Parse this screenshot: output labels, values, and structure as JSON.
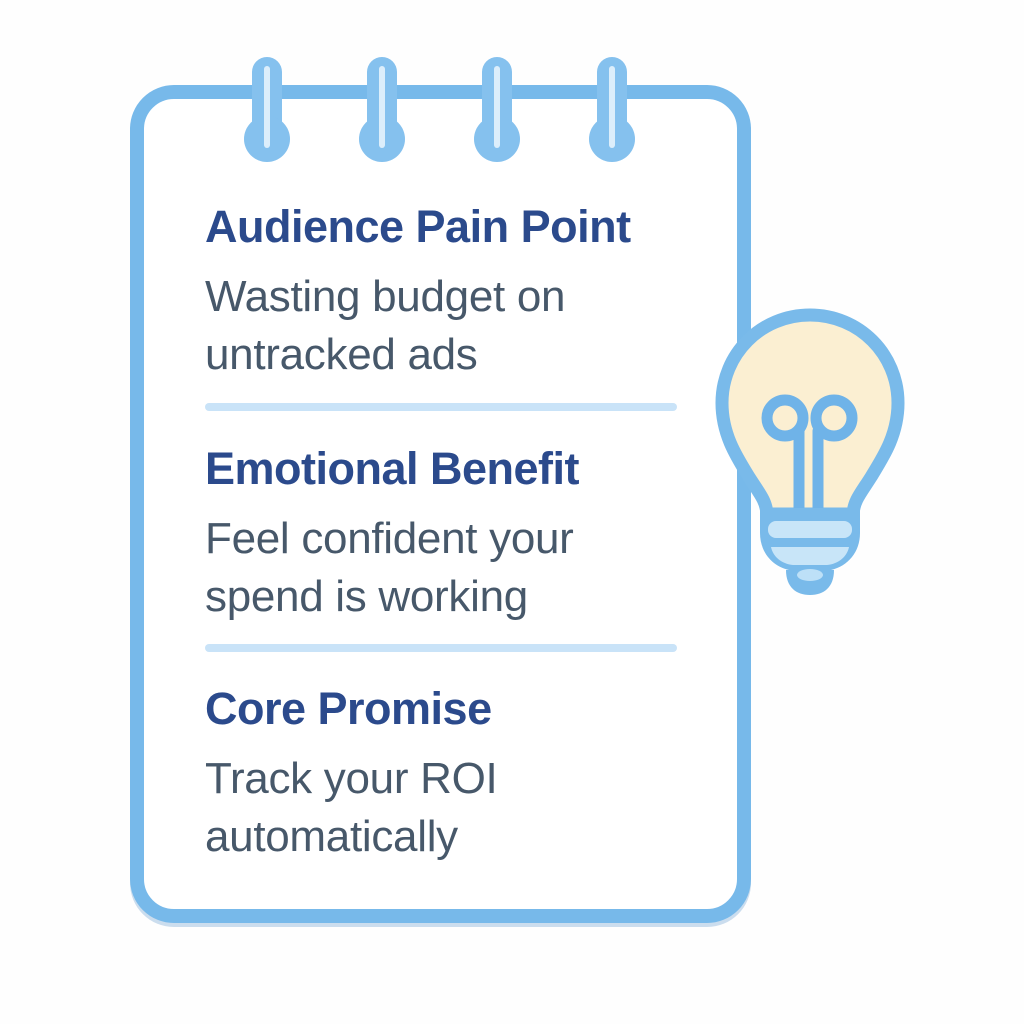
{
  "canvas": {
    "background_color": "#FEFEFE"
  },
  "notepad": {
    "border_color": "#77B9EA",
    "background_color": "#FFFFFF",
    "ring_color": "#85C1EE",
    "ring_highlight_color": "#DCEEFB",
    "ring_count": 4,
    "divider_color": "#C9E3F8",
    "heading_color": "#2B4A8C",
    "body_color": "#47586A",
    "sections": [
      {
        "heading": "Audience Pain Point",
        "body_lines": [
          "Wasting budget on",
          "untracked ads"
        ]
      },
      {
        "heading": "Emotional Benefit",
        "body_lines": [
          "Feel confident your",
          "spend is working"
        ]
      },
      {
        "heading": "Core Promise",
        "body_lines": [
          "Track your ROI",
          "automatically"
        ]
      }
    ]
  },
  "lightbulb": {
    "icon": "lightbulb-icon",
    "outline_color": "#79BAEA",
    "bulb_fill_color": "#FBEFD2",
    "stripe_color": "#C8E5F8",
    "tip_highlight_color": "#BDE0F7"
  }
}
